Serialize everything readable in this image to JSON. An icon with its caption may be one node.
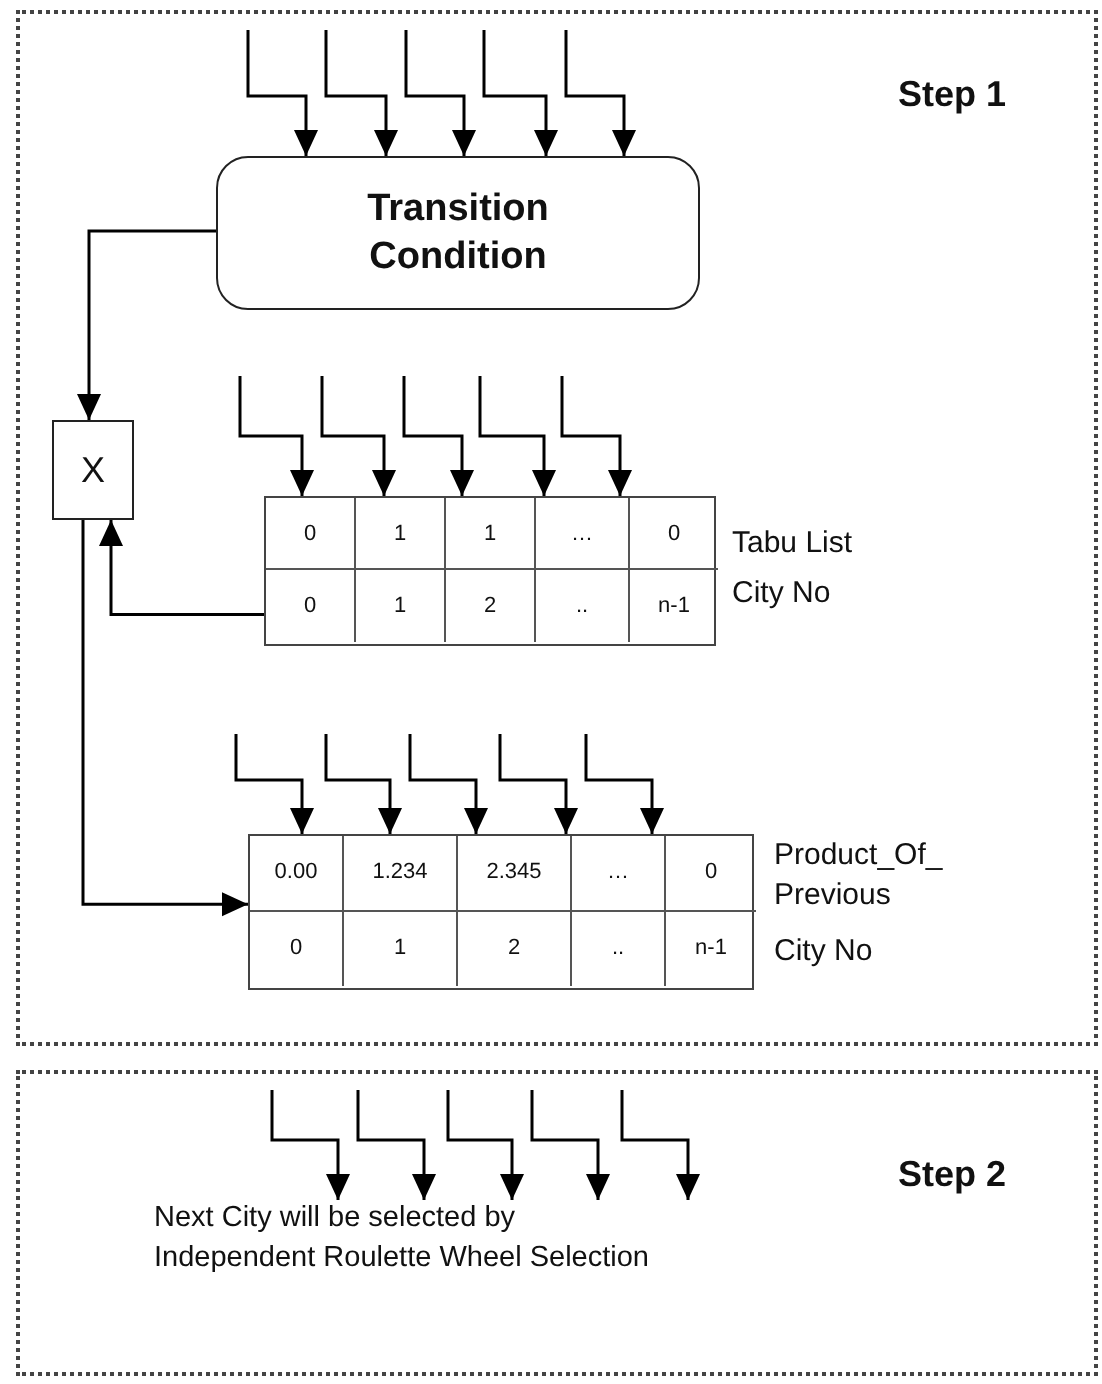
{
  "diagram": {
    "nodes": [
      {
        "text": [
          "Step 1"
        ]
      },
      {
        "text": [
          "Transition Condition"
        ],
        "in": 0
      },
      {
        "text": [
          "X"
        ],
        "in": 0
      },
      {
        "text": [
          "0",
          "1",
          "1",
          "…",
          "0",
          "0",
          "1",
          "2",
          "..",
          "n-1"
        ],
        "in": 0,
        "beside": [
          "Tabu List",
          "City No"
        ]
      },
      {
        "text": [
          "0.00",
          "1.234",
          "2.345",
          "…",
          "0",
          "0",
          "1",
          "2",
          "..",
          "n-1"
        ],
        "in": 0,
        "beside": [
          "Product_Of_ Previous",
          "City No"
        ]
      },
      {
        "text": [
          "Step 2"
        ]
      },
      {
        "text": [
          "Next City will be selected by Independent Roulette Wheel Selection"
        ],
        "in": 5
      }
    ],
    "edges": [
      {
        "from": null,
        "to": 1,
        "arrow": "to"
      },
      {
        "from": null,
        "to": 1,
        "arrow": "to"
      },
      {
        "from": null,
        "to": 1,
        "arrow": "to"
      },
      {
        "from": null,
        "to": 1,
        "arrow": "to"
      },
      {
        "from": null,
        "to": 1,
        "arrow": "to"
      },
      {
        "from": 1,
        "to": 2,
        "arrow": "to"
      },
      {
        "from": null,
        "to": 3,
        "arrow": "to"
      },
      {
        "from": null,
        "to": 3,
        "arrow": "to"
      },
      {
        "from": null,
        "to": 3,
        "arrow": "to"
      },
      {
        "from": null,
        "to": 3,
        "arrow": "to"
      },
      {
        "from": null,
        "to": 3,
        "arrow": "to"
      },
      {
        "from": 3,
        "to": 2,
        "arrow": "to"
      },
      {
        "from": 2,
        "to": 4,
        "arrow": "to"
      },
      {
        "from": null,
        "to": 4,
        "arrow": "to"
      },
      {
        "from": null,
        "to": 4,
        "arrow": "to"
      },
      {
        "from": null,
        "to": 4,
        "arrow": "to"
      },
      {
        "from": null,
        "to": 4,
        "arrow": "to"
      },
      {
        "from": null,
        "to": 4,
        "arrow": "to"
      },
      {
        "from": null,
        "to": 6,
        "arrow": "to"
      },
      {
        "from": null,
        "to": 6,
        "arrow": "to"
      },
      {
        "from": null,
        "to": 6,
        "arrow": "to"
      },
      {
        "from": null,
        "to": 6,
        "arrow": "to"
      },
      {
        "from": null,
        "to": 6,
        "arrow": "to"
      }
    ]
  }
}
